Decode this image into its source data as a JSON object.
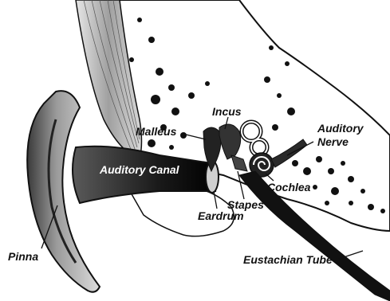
{
  "labels": {
    "incus": "Incus",
    "malleus": "Malleus",
    "auditory_nerve_line1": "Auditory",
    "auditory_nerve_line2": "Nerve",
    "auditory_canal": "Auditory Canal",
    "cochlea": "Cochlea",
    "stapes": "Stapes",
    "eardrum": "Eardrum",
    "pinna": "Pinna",
    "eustachian_tube": "Eustachian Tube"
  },
  "colors": {
    "ink": "#111111",
    "bone": "#ffffff",
    "canal_shadow": "#2a2a2a"
  }
}
